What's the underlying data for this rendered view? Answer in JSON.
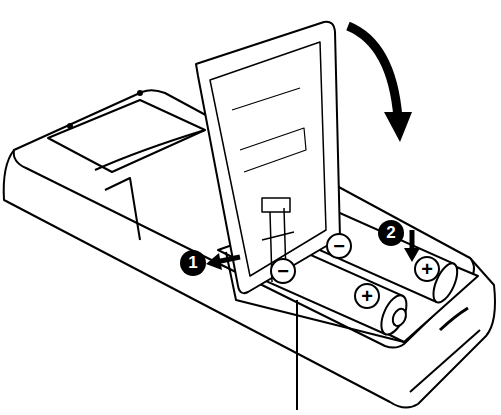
{
  "diagram": {
    "labels": [
      "1",
      "−",
      "2",
      "+",
      "−",
      "+"
    ]
  }
}
